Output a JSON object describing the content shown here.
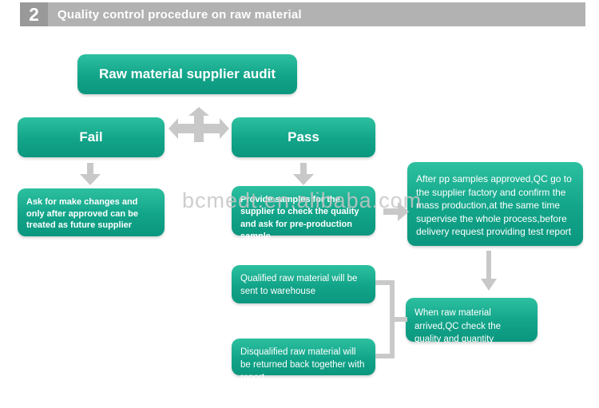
{
  "header": {
    "number": "2",
    "title": "Quality control procedure on raw material"
  },
  "watermark": "bcmedt.en.alibaba.com",
  "colors": {
    "node_gradient_top": "#2cc0a0",
    "node_gradient_bottom": "#0b977f",
    "header_number_bg": "#999999",
    "header_bar_bg": "#b2b2b2",
    "arrow_gray": "#c8c8c8",
    "connector_gray": "#c9c9c9",
    "text_white": "#ffffff",
    "watermark_gray": "#c6c6c6"
  },
  "nodes": {
    "audit": {
      "label": "Raw material supplier audit"
    },
    "fail": {
      "label": "Fail"
    },
    "pass": {
      "label": "Pass"
    },
    "fail_action": {
      "label": "Ask for make changes and only after approved can be treated as future supplier"
    },
    "provide_samples": {
      "label": "Provide samples for the supplier to check the quality and ask for pre-production sample"
    },
    "pp_approved": {
      "label": "After pp samples approved,QC go to the supplier factory and confirm the mass production,at the same time supervise the whole process,before delivery request providing  test report"
    },
    "qualified": {
      "label": "Qualified raw material will be sent to warehouse"
    },
    "disqualified": {
      "label": "Disqualified raw material will be returned back together with report"
    },
    "arrived": {
      "label": "When raw material arrived,QC check the quality and quantity"
    }
  },
  "connectors": {
    "audit_split": "three-way-arrow",
    "fail_down": "down-arrow",
    "pass_down": "down-arrow",
    "provide_to_pp": "right-arrow",
    "pp_down": "down-arrow",
    "results_to_arrived": "bracket-lines"
  }
}
